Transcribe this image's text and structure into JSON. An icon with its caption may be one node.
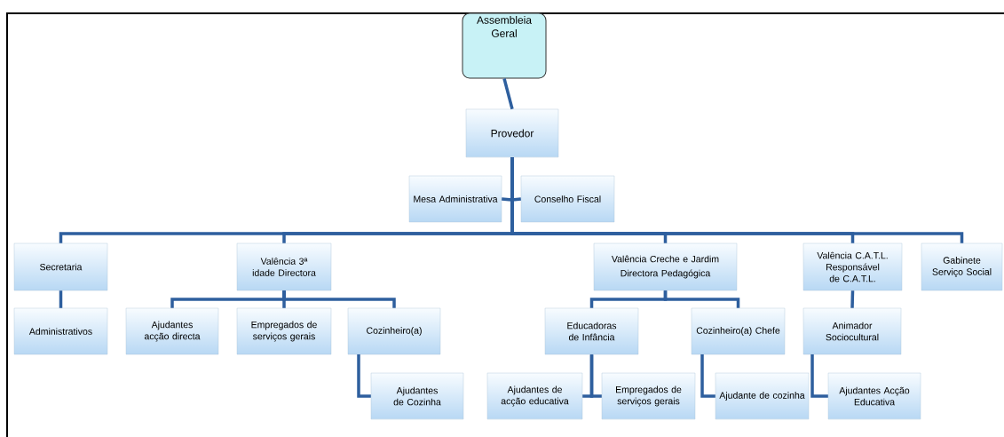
{
  "diagram": {
    "nodes": [
      {
        "text": [
          "Assembleia Geral"
        ]
      },
      {
        "text": [
          "Provedor"
        ]
      },
      {
        "text": [
          "Mesa Administrativa"
        ]
      },
      {
        "text": [
          "Conselho Fiscal"
        ]
      },
      {
        "text": [
          "Secretaria"
        ]
      },
      {
        "text": [
          "Administrativos"
        ]
      },
      {
        "text": [
          "Valência 3ª idade Directora"
        ]
      },
      {
        "text": [
          "Ajudantes acção directa"
        ]
      },
      {
        "text": [
          "Empregados de serviços gerais"
        ]
      },
      {
        "text": [
          "Cozinheiro(a)"
        ]
      },
      {
        "text": [
          "Ajudantes de Cozinha"
        ]
      },
      {
        "text": [
          "Valência Creche e Jardim",
          "Directora Pedagógica"
        ]
      },
      {
        "text": [
          "Educadoras de Infância"
        ]
      },
      {
        "text": [
          "Cozinheiro(a) Chefe"
        ]
      },
      {
        "text": [
          "Ajudantes de acção educativa"
        ]
      },
      {
        "text": [
          "Empregados de serviços gerais"
        ]
      },
      {
        "text": [
          "Ajudante de cozinha"
        ]
      },
      {
        "text": [
          "Valência C.A.T.L. Responsável de C.A.T.L."
        ]
      },
      {
        "text": [
          "Gabinete Serviço Social"
        ]
      },
      {
        "text": [
          "Animador Sociocultural"
        ]
      },
      {
        "text": [
          "Ajudantes Acção Educativa"
        ]
      }
    ],
    "edges": [
      {
        "from": 0,
        "to": 1,
        "arrow": "none"
      },
      {
        "from": 1,
        "to": 2,
        "arrow": "none"
      },
      {
        "from": 1,
        "to": 3,
        "arrow": "none"
      },
      {
        "from": 1,
        "to": 4,
        "arrow": "none"
      },
      {
        "from": 1,
        "to": 6,
        "arrow": "none"
      },
      {
        "from": 1,
        "to": 11,
        "arrow": "none"
      },
      {
        "from": 1,
        "to": 17,
        "arrow": "none"
      },
      {
        "from": 1,
        "to": 18,
        "arrow": "none"
      },
      {
        "from": 4,
        "to": 5,
        "arrow": "none"
      },
      {
        "from": 6,
        "to": 7,
        "arrow": "none"
      },
      {
        "from": 6,
        "to": 8,
        "arrow": "none"
      },
      {
        "from": 6,
        "to": 9,
        "arrow": "none"
      },
      {
        "from": 9,
        "to": 10,
        "arrow": "none"
      },
      {
        "from": 11,
        "to": 12,
        "arrow": "none"
      },
      {
        "from": 11,
        "to": 13,
        "arrow": "none"
      },
      {
        "from": 12,
        "to": 14,
        "arrow": "none"
      },
      {
        "from": 12,
        "to": 15,
        "arrow": "none"
      },
      {
        "from": 13,
        "to": 16,
        "arrow": "none"
      },
      {
        "from": 17,
        "to": 19,
        "arrow": "none"
      },
      {
        "from": 19,
        "to": 20,
        "arrow": "none"
      }
    ]
  }
}
